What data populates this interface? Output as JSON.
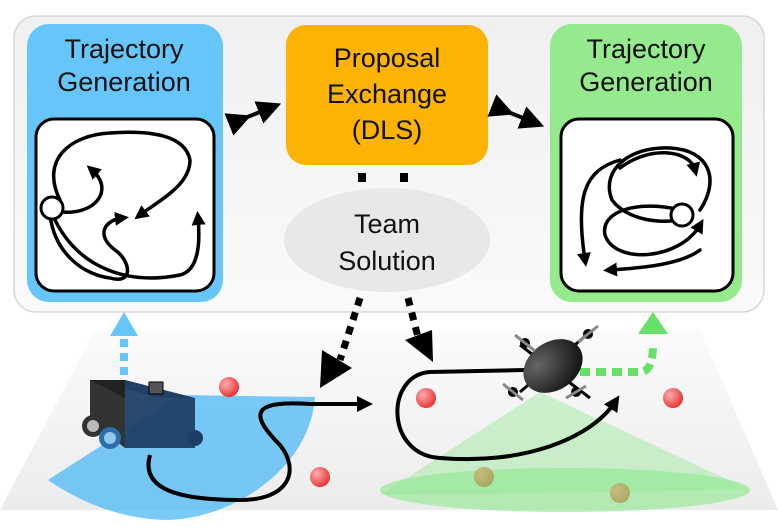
{
  "left_panel": {
    "title_line1": "Trajectory",
    "title_line2": "Generation",
    "color": "#66c6fa"
  },
  "right_panel": {
    "title_line1": "Trajectory",
    "title_line2": "Generation",
    "color": "#94ea8c"
  },
  "exchange": {
    "line1": "Proposal",
    "line2": "Exchange",
    "line3": "(DLS)",
    "color": "#fcb304"
  },
  "team_solution": {
    "line1": "Team",
    "line2": "Solution",
    "color": "#e8e8e8"
  },
  "colors": {
    "ground_robot_fov": "#4db8f5",
    "aerial_robot_fov": "#8ce88c",
    "obstacle": "#f05050",
    "background_panel": "#f3f3f5"
  }
}
